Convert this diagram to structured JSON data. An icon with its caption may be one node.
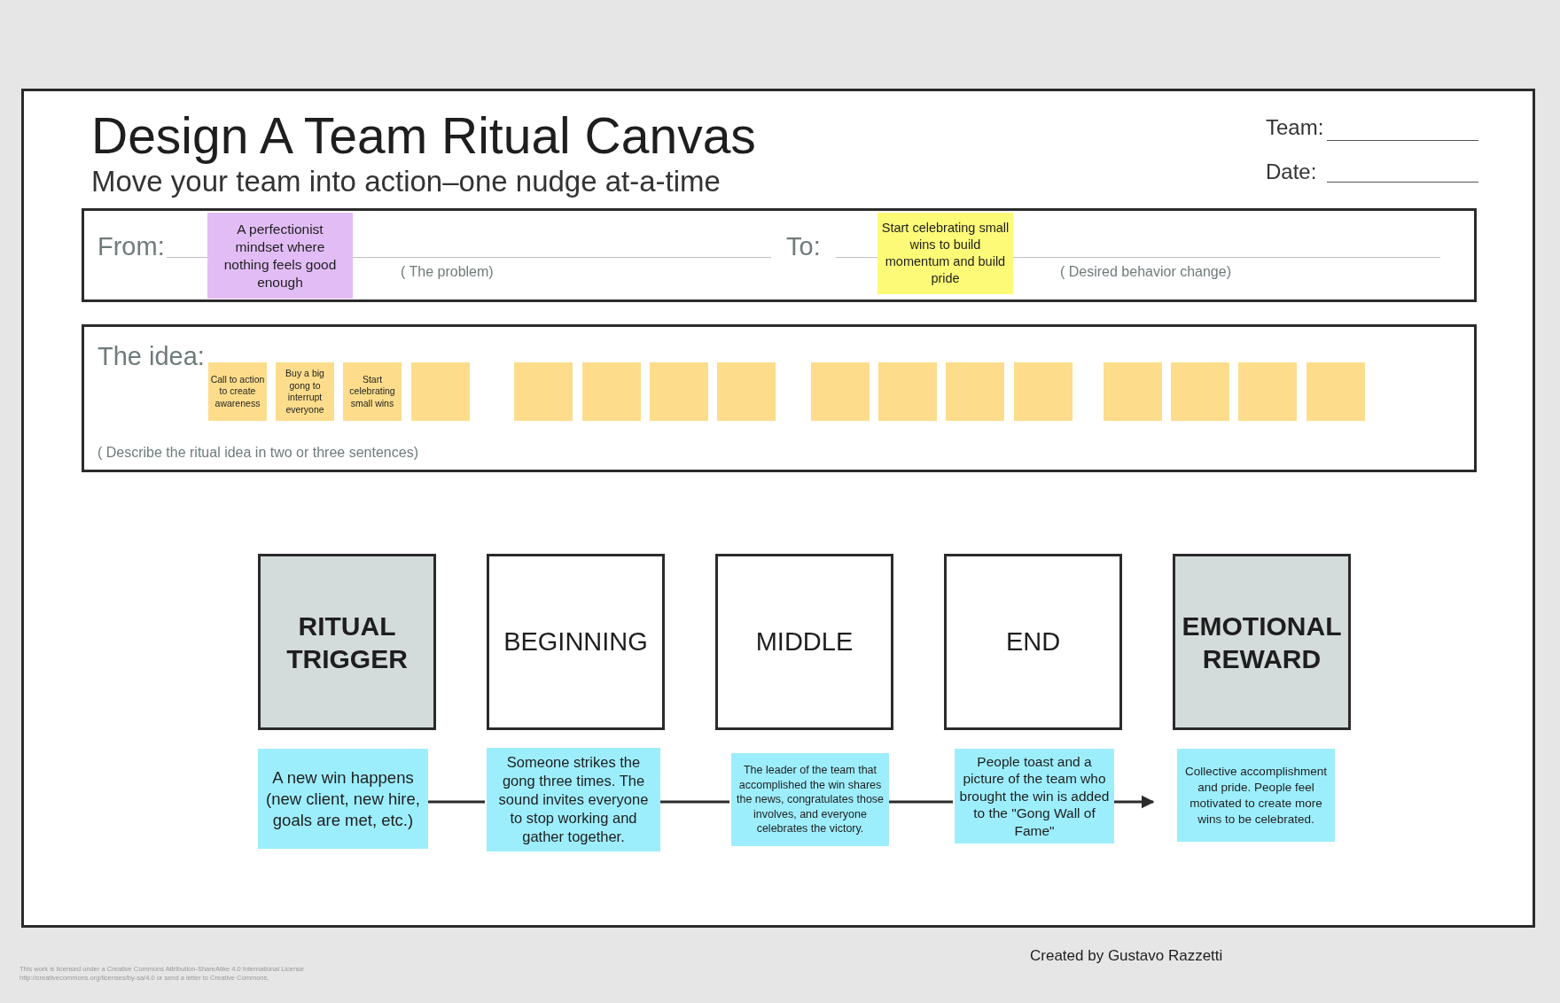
{
  "diagram": {
    "title": "Design A Team Ritual Canvas",
    "nodes": [
      {
        "text": [
          "From:",
          "( The problem)",
          "To:",
          "( Desired behavior change)"
        ]
      },
      {
        "text": [
          "A perfectionist mindset where nothing feels good enough"
        ],
        "in": 0
      },
      {
        "text": [
          "Start celebrating small wins to build momentum and build pride"
        ],
        "in": 0
      },
      {
        "text": [
          "The idea:",
          "( Describe the ritual idea in two or three sentences)"
        ]
      },
      {
        "text": [
          "Call to action to create awareness"
        ],
        "in": 3
      },
      {
        "text": [
          "Buy a big gong to interrupt everyone"
        ],
        "in": 3
      },
      {
        "text": [
          "Start celebrating small wins"
        ],
        "in": 3
      },
      {
        "text": [],
        "shape": "box",
        "in": 3
      },
      {
        "text": [],
        "shape": "box",
        "in": 3
      },
      {
        "text": [],
        "shape": "box",
        "in": 3
      },
      {
        "text": [],
        "shape": "box",
        "in": 3
      },
      {
        "text": [],
        "shape": "box",
        "in": 3
      },
      {
        "text": [],
        "shape": "box",
        "in": 3
      },
      {
        "text": [],
        "shape": "box",
        "in": 3
      },
      {
        "text": [],
        "shape": "box",
        "in": 3
      },
      {
        "text": [],
        "shape": "box",
        "in": 3
      },
      {
        "text": [],
        "shape": "box",
        "in": 3
      },
      {
        "text": [],
        "shape": "box",
        "in": 3
      },
      {
        "text": [],
        "shape": "box",
        "in": 3
      },
      {
        "text": [],
        "shape": "box",
        "in": 3
      },
      {
        "text": [
          "RITUAL TRIGGER"
        ]
      },
      {
        "text": [
          "BEGINNING"
        ]
      },
      {
        "text": [
          "MIDDLE"
        ]
      },
      {
        "text": [
          "END"
        ]
      },
      {
        "text": [
          "EMOTIONAL REWARD"
        ]
      },
      {
        "text": [
          "A new win happens (new client, new hire, goals are met, etc.)"
        ]
      },
      {
        "text": [
          "Someone strikes the gong three times. The sound invites everyone to stop working and gather together."
        ]
      },
      {
        "text": [
          "The leader of the team that accomplished the win shares the news, congratulates those involves, and everyone celebrates the victory."
        ]
      },
      {
        "text": [
          "People toast and a picture of the team who brought the win is added to the \"Gong Wall of Fame\""
        ]
      },
      {
        "text": [
          "Collective accomplishment and pride. People feel motivated to create more wins to be celebrated."
        ]
      }
    ],
    "edges": [
      {
        "from": 25,
        "to": 26,
        "arrow": "none"
      },
      {
        "from": 26,
        "to": 27,
        "arrow": "none"
      },
      {
        "from": 27,
        "to": 28,
        "arrow": "none"
      },
      {
        "from": 28,
        "to": 29,
        "arrow": "to"
      }
    ],
    "labels": [
      "Move your team into action–one nudge at-a-time",
      "Team:",
      "Date:",
      "This work is licensed under a Creative Commons Attribution-ShareAlike 4.0 International License http://creativecommons.org/licenses/by-sa/4.0 or send a letter to Creative Commons,",
      "Created by Gustavo Razzetti"
    ]
  }
}
